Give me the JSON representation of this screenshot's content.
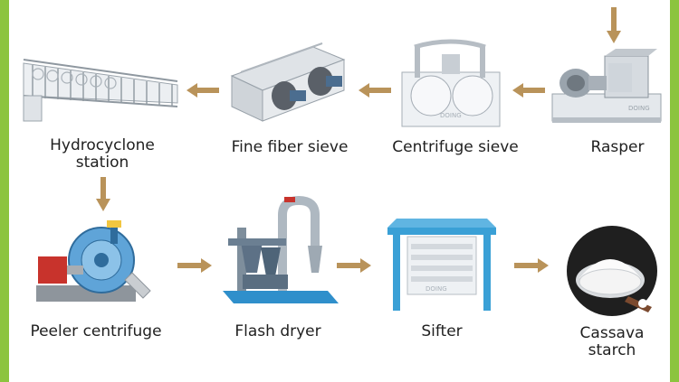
{
  "flow": {
    "steps": [
      {
        "label": "Rasper",
        "icon": "rasper-icon"
      },
      {
        "label": "Centrifuge sieve",
        "icon": "centrifuge-sieve-icon"
      },
      {
        "label": "Fine fiber sieve",
        "icon": "fine-fiber-sieve-icon"
      },
      {
        "label": "Hydrocyclone",
        "label2": "station",
        "icon": "hydrocyclone-station-icon"
      },
      {
        "label": "Peeler centrifuge",
        "icon": "peeler-centrifuge-icon"
      },
      {
        "label": "Flash dryer",
        "icon": "flash-dryer-icon"
      },
      {
        "label": "Sifter",
        "icon": "sifter-icon"
      },
      {
        "label": "Cassava",
        "label2": "starch",
        "icon": "cassava-starch-icon"
      }
    ]
  },
  "colors": {
    "border": "#8cc43f",
    "arrow": "#b9935a",
    "machine_blue": "#3aa0d6",
    "machine_white": "#e9ecef",
    "machine_red": "#c8332c"
  }
}
